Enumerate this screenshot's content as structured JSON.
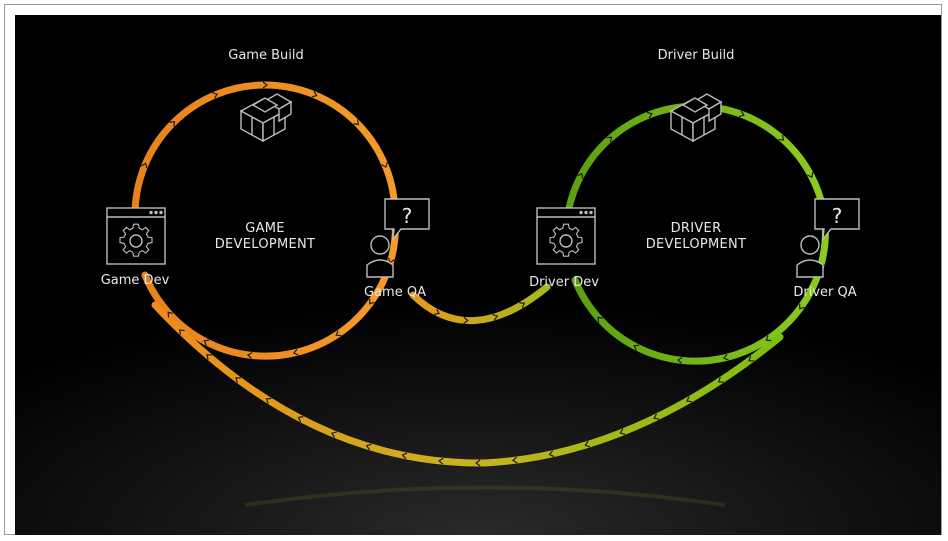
{
  "labels": {
    "game_build": "Game Build",
    "game_dev": "Game Dev",
    "game_qa": "Game QA",
    "driver_build": "Driver Build",
    "driver_dev": "Driver Dev",
    "driver_qa": "Driver QA"
  },
  "centers": {
    "game": {
      "line1": "GAME",
      "line2": "DEVELOPMENT"
    },
    "driver": {
      "line1": "DRIVER",
      "line2": "DEVELOPMENT"
    }
  },
  "colors": {
    "background": "#000000",
    "game_orange": "#f08a1c",
    "link_yellow": "#c8b41e",
    "driver_green": "#76b900",
    "icon_stroke": "#bdbdbd",
    "text": "#e8e8e8"
  },
  "icons": {
    "build": "cubes-icon",
    "dev": "gear-window-icon",
    "qa": "person-question-icon"
  },
  "qa_glyph": "?"
}
